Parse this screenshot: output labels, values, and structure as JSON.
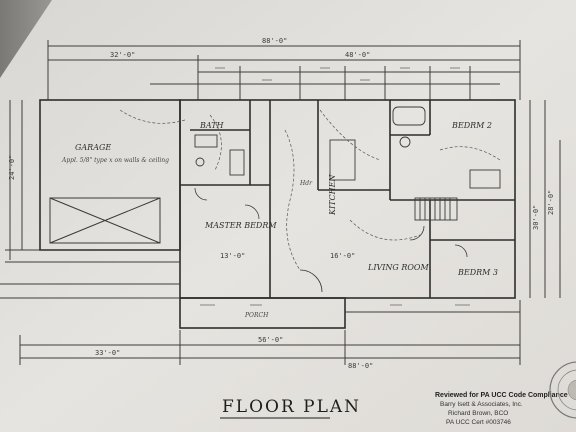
{
  "drawing": {
    "title": "FLOOR PLAN",
    "rooms": [
      {
        "key": "garage",
        "label": "GARAGE"
      },
      {
        "key": "master_bedroom",
        "label": "MASTER BEDRM"
      },
      {
        "key": "living_room",
        "label": "LIVING ROOM"
      },
      {
        "key": "bedroom2",
        "label": "BEDRM 2"
      },
      {
        "key": "bedroom3",
        "label": "BEDRM 3"
      },
      {
        "key": "bath",
        "label": "BATH"
      },
      {
        "key": "kitchen",
        "label": "KITCHEN"
      }
    ],
    "dimensions": {
      "overall_top": "88'-0\"",
      "top_right": "48'-0\"",
      "top_left": "32'-0\"",
      "bottom_left": "33'-0\"",
      "bottom_mid": "56'-0\"",
      "bottom_overall": "88'-0\"",
      "side_right_a": "30'-0\"",
      "side_right_b": "28'-0\"",
      "garage_depth": "24'-0\"",
      "master": "13'-0\"",
      "living": "16'-0\""
    },
    "notes": {
      "porch": "PORCH",
      "garage_note": "Appl. 5/8\" type x on walls & ceiling",
      "wall_note": "Hdr"
    }
  },
  "approval_stamp": {
    "line1": "Reviewed for PA UCC Code Compliance",
    "line2": "Barry Isett & Associates, Inc.",
    "line3": "Richard Brown, BCO",
    "line4": "PA UCC Cert #003746"
  }
}
